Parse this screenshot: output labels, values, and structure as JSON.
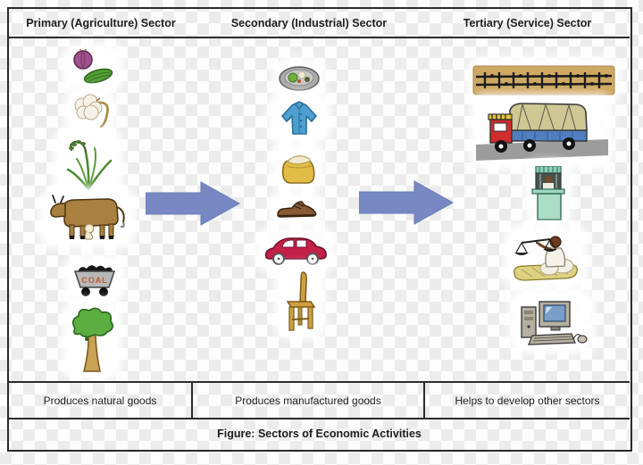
{
  "figure": {
    "caption": "Figure: Sectors of Economic Activities"
  },
  "labels": {
    "coal": "COAL"
  },
  "columns": [
    {
      "header": "Primary (Agriculture) Sector",
      "description": "Produces natural goods",
      "items": [
        "onion-and-okra",
        "cotton-boll",
        "paddy-plant",
        "cow-with-calf",
        "coal-cart",
        "tree"
      ]
    },
    {
      "header": "Secondary (Industrial) Sector",
      "description": "Produces manufactured goods",
      "items": [
        "food-plate",
        "shirt",
        "bag",
        "shoe",
        "car",
        "chair"
      ]
    },
    {
      "header": "Tertiary (Service) Sector",
      "description": "Helps to develop other sectors",
      "items": [
        "railway-track",
        "goods-truck",
        "service-counter",
        "trader-with-scales",
        "computer"
      ]
    }
  ],
  "arrows": [
    {
      "from": "primary",
      "to": "secondary"
    },
    {
      "from": "secondary",
      "to": "tertiary"
    }
  ],
  "colors": {
    "arrow": "#7788c3",
    "frame_border": "#2b2b2b",
    "checker": "#ececec",
    "coal_text": "#bf5b2b"
  }
}
